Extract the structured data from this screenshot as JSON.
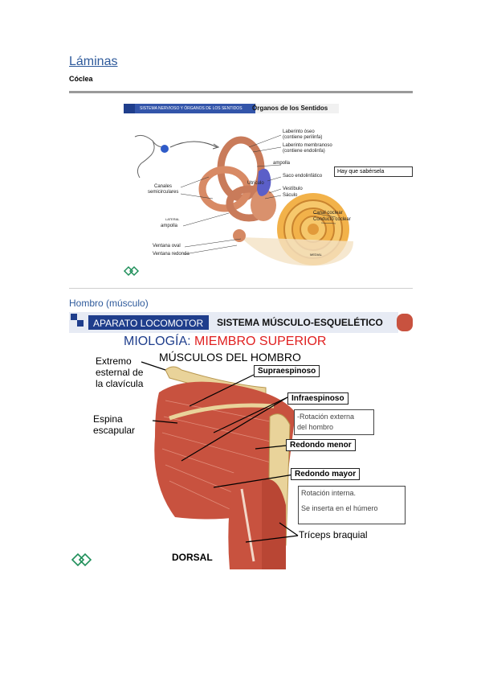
{
  "page": {
    "heading": "Láminas",
    "subheading": "Cóclea"
  },
  "cochlea_figure": {
    "banner_left": "SISTEMA NERVIOSO Y ÓRGANOS DE LOS SENTIDOS",
    "banner_right": "Órganos de los Sentidos",
    "labels": {
      "laberinto_oseo": "Laberinto óseo",
      "laberinto_oseo_note": "(contiene perilinfa)",
      "laberinto_membranoso": "Laberinto membranoso",
      "laberinto_membranoso_note": "(contiene endolinfa)",
      "ampolla_top": "ampolla",
      "saco": "Saco endolinfático",
      "utriculo": "Utrículo",
      "vestibulo": "Vestíbulo",
      "saculo": "Sáculo",
      "canales": "Canales",
      "semicirculares": "semicirculares",
      "lateral": "LATERAL",
      "ampolla_bottom": "ampolla",
      "canal_coclear": "Canal coclear",
      "conducto_coclear": "Conducto coclear",
      "ventana_oval": "Ventana oval",
      "ventana_redonda": "Ventana redonda",
      "medial": "MEDIAL"
    },
    "note": "Hay que sabérsela"
  },
  "shoulder_section": {
    "title": "Hombro (músculo)",
    "banner_left": "APARATO LOCOMOTOR",
    "banner_right": "SISTEMA MÚSCULO-ESQUELÉTICO",
    "miologia_prefix": "MIOLOGÍA: ",
    "miologia_rest": "MIEMBRO SUPERIOR",
    "subtitle": "MÚSCULOS DEL HOMBRO",
    "left_labels": {
      "extremo_1": "Extremo",
      "extremo_2": "esternal de",
      "extremo_3": "la clavícula",
      "espina_1": "Espina",
      "espina_2": "escapular"
    },
    "boxes": {
      "supraespinoso": "Supraespinoso",
      "infraespinoso": "Infraespinoso",
      "redondo_menor": "Redondo menor",
      "redondo_mayor": "Redondo mayor"
    },
    "notes": {
      "rotacion_externa_1": "-Rotación externa",
      "rotacion_externa_2": "del hombro",
      "rotacion_interna": "Rotación interna.",
      "se_inserta": "Se inserta en el húmero"
    },
    "triceps": "Tríceps braquial",
    "dorsal": "DORSAL"
  },
  "colors": {
    "heading": "#2e5a9b",
    "banner_blue": "#1f3e8c",
    "miologia_red": "#e02020",
    "muscle": "#c8523f",
    "bone": "#e9d39a"
  }
}
